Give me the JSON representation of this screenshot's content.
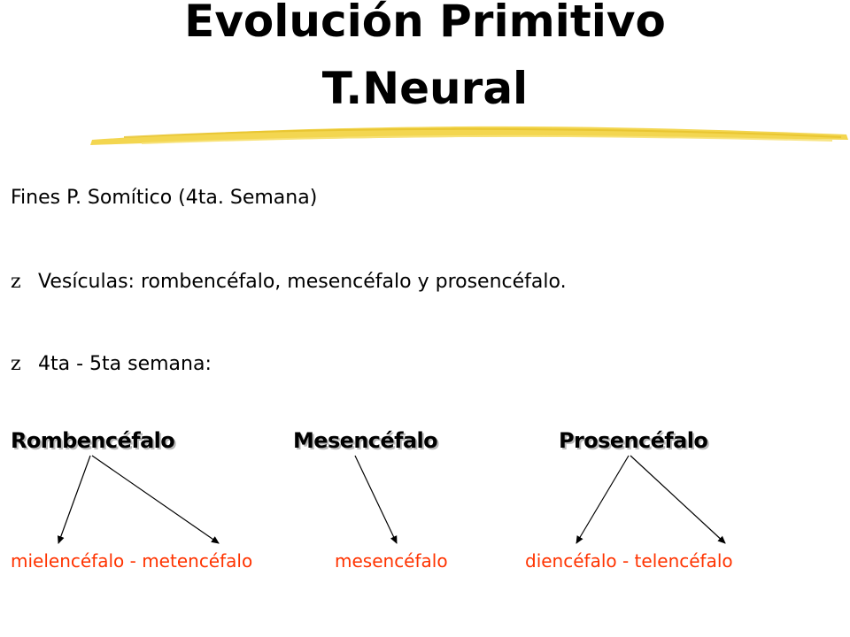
{
  "slide": {
    "title_line1": "Evolución Primitivo",
    "title_line2": "T.Neural",
    "intro": "Fines P. Somítico (4ta. Semana)",
    "bullet_glyph": "z",
    "bullets": [
      "Vesículas: rombencéfalo, mesencéfalo y prosencéfalo.",
      "4ta - 5ta semana:"
    ],
    "headings": [
      "Rombencéfalo",
      "Mesencéfalo",
      "Prosencéfalo"
    ],
    "derivatives": {
      "rombencefalo": "mielencéfalo - metencéfalo",
      "mesencefalo": "mesencéfalo",
      "prosencefalo": "diencéfalo  -  telencéfalo"
    },
    "colors": {
      "title": "#000000",
      "accent_stroke": "#f2d447",
      "derivative_text": "#ff3300"
    }
  }
}
